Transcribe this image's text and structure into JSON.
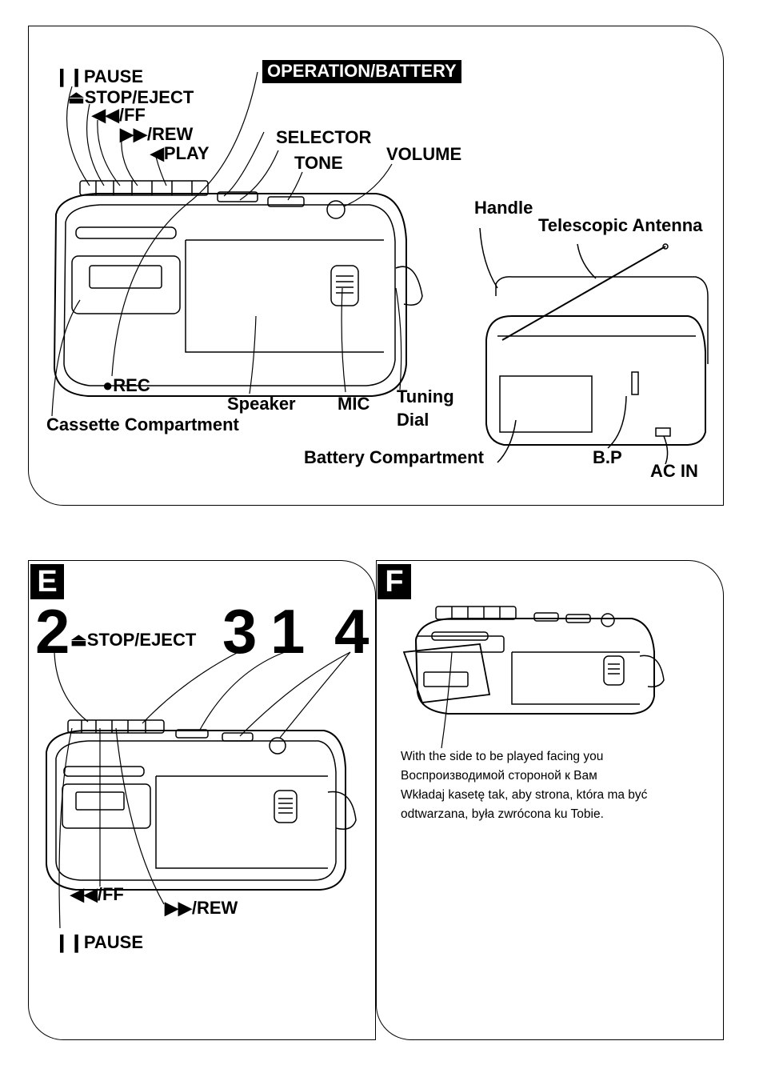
{
  "top": {
    "title": "OPERATION/BATTERY",
    "pause": "❙❙PAUSE",
    "stop_eject": "⏏STOP/EJECT",
    "ff": "◀◀/FF",
    "rew": "▶▶/REW",
    "play": "◀PLAY",
    "selector": "SELECTOR",
    "tone": "TONE",
    "volume": "VOLUME",
    "rec": "●REC",
    "speaker": "Speaker",
    "mic": "MIC",
    "tuning": "Tuning",
    "dial": "Dial",
    "cassette": "Cassette Compartment",
    "handle": "Handle",
    "antenna": "Telescopic Antenna",
    "battery": "Battery Compartment",
    "bp": "B.P",
    "acin": "AC IN"
  },
  "e": {
    "letter": "E",
    "n2": "2",
    "stop_eject": "⏏STOP/EJECT",
    "n3": "3",
    "n1": "1",
    "n4": "4",
    "ff": "◀◀/FF",
    "rew": "▶▶/REW",
    "pause": "❙❙PAUSE"
  },
  "f": {
    "letter": "F",
    "caption_en": "With the side to be played facing you",
    "caption_ru": "Воспроизводимой стороной к Вам",
    "caption_pl1": "Wkładaj kasetę tak, aby strona, która ma być",
    "caption_pl2": "odtwarzana, była zwrócona ku Tobie."
  }
}
